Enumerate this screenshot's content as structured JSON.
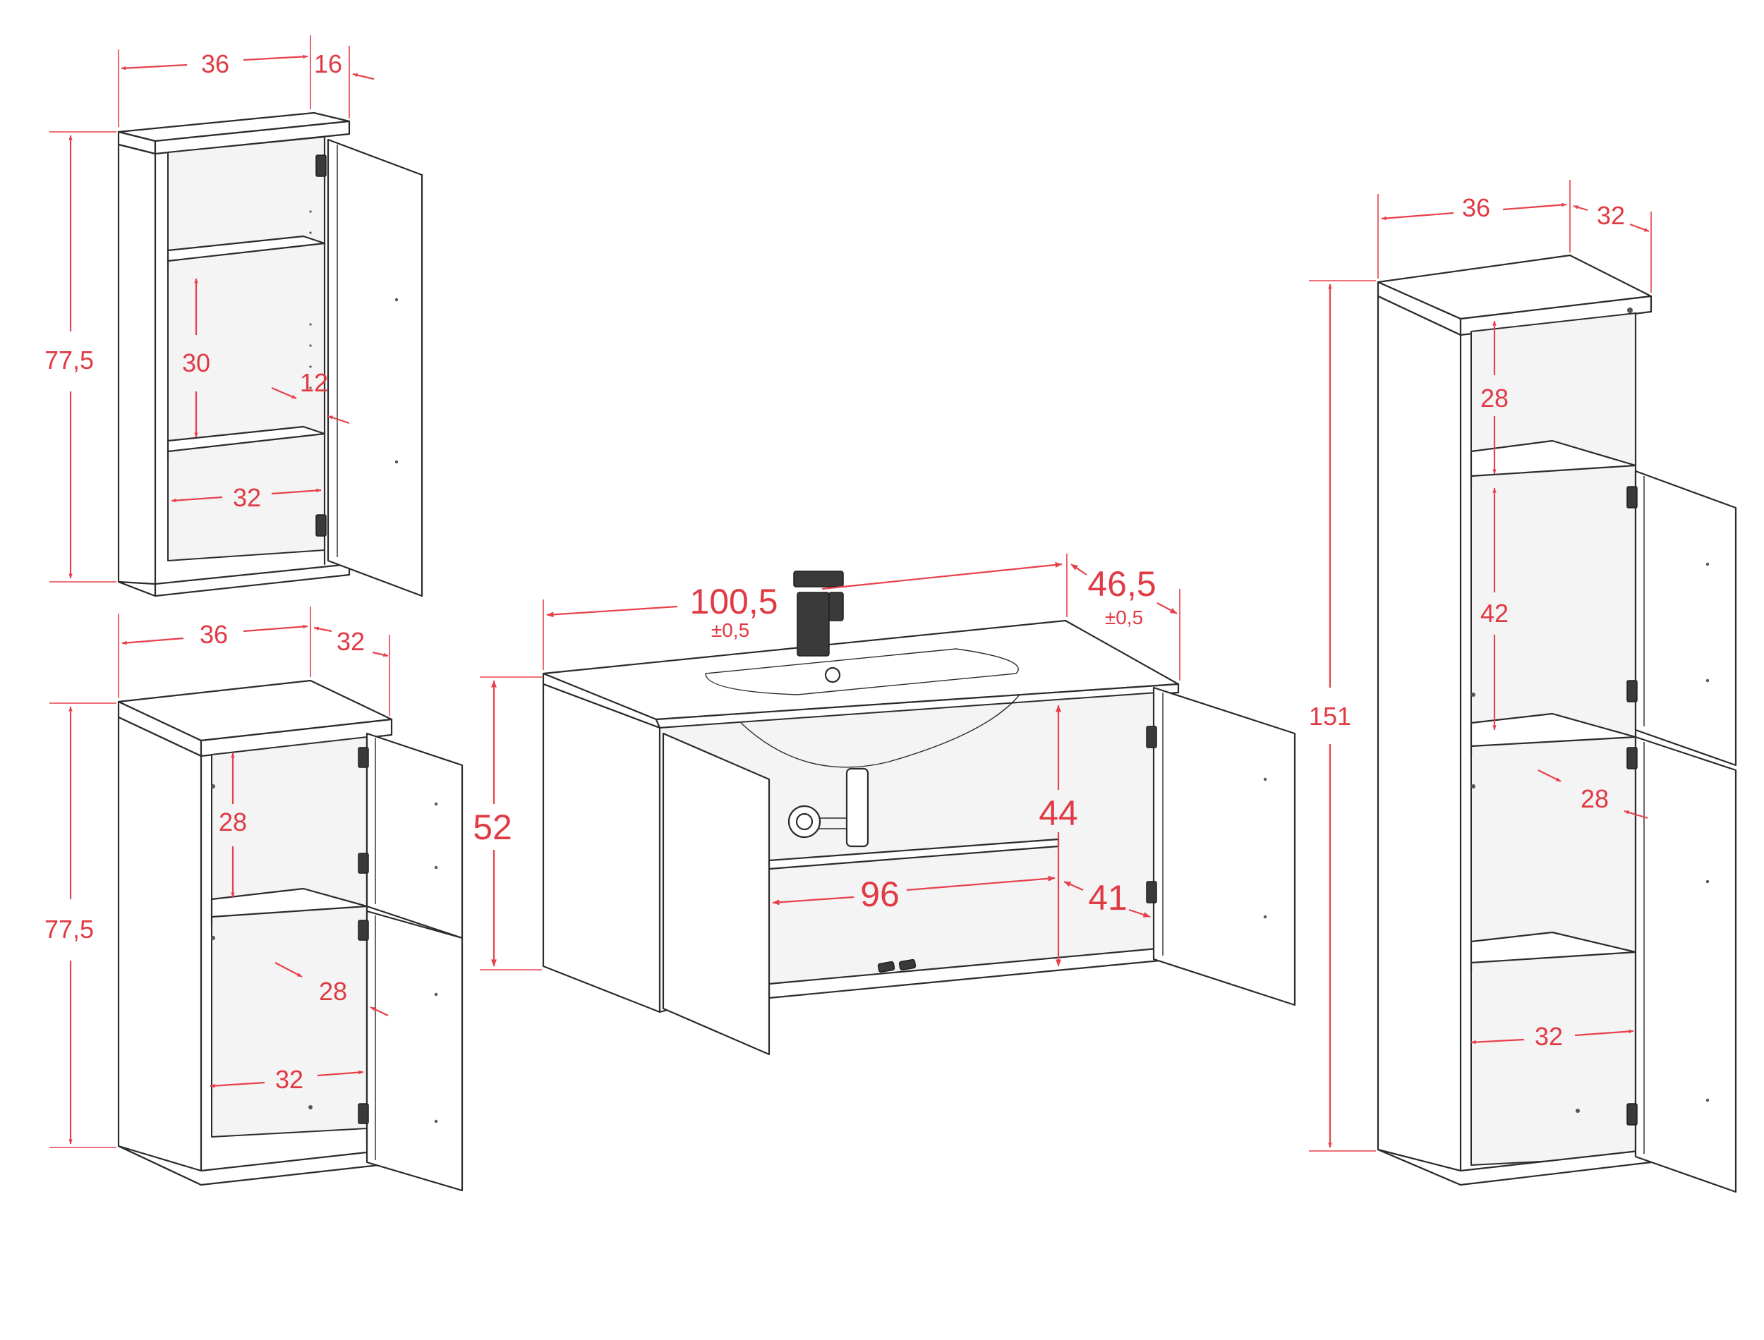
{
  "cabinets": {
    "wall_cabinet": {
      "width": "36",
      "depth": "16",
      "height": "77,5",
      "shelf_spacing": "30",
      "shelf_depth": "12",
      "inner_width": "32"
    },
    "base_cabinet": {
      "width": "36",
      "depth": "32",
      "height": "77,5",
      "upper_compartment": "28",
      "shelf_depth": "28",
      "inner_width": "32"
    },
    "vanity_unit": {
      "width": "100,5",
      "width_tolerance": "±0,5",
      "depth": "46,5",
      "depth_tolerance": "±0,5",
      "height": "52",
      "inner_height": "44",
      "inner_width": "96",
      "inner_depth": "41"
    },
    "tall_cabinet": {
      "width": "36",
      "depth": "32",
      "height": "151",
      "top_compartment": "28",
      "middle_compartment": "42",
      "shelf_depth": "28",
      "inner_width": "32"
    }
  },
  "colors": {
    "dimension": "#e8404a",
    "outline": "#2b2b2b"
  }
}
